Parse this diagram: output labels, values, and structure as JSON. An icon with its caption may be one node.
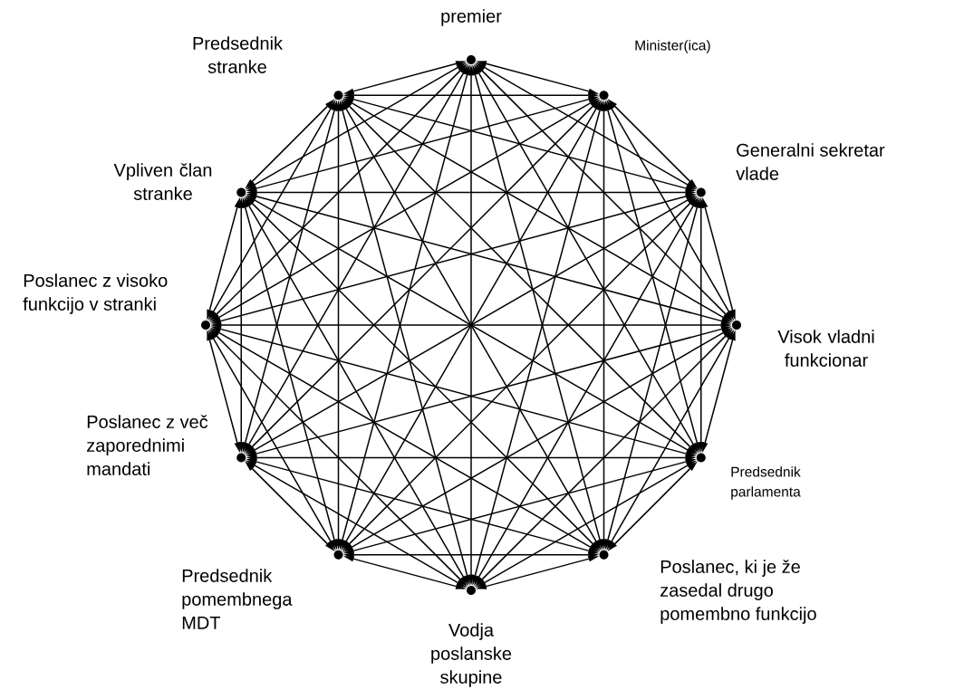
{
  "diagram": {
    "nodes": [
      {
        "text": [],
        "shape": "point",
        "beside": [
          "premier"
        ]
      },
      {
        "text": [],
        "shape": "point",
        "beside": [
          "Minister(ica)"
        ]
      },
      {
        "text": [],
        "shape": "point",
        "beside": [
          "Generalni sekretar vlade"
        ]
      },
      {
        "text": [],
        "shape": "point",
        "beside": [
          "Visok vladni funkcionar"
        ]
      },
      {
        "text": [],
        "shape": "point",
        "beside": [
          "Predsednik parlamenta"
        ]
      },
      {
        "text": [],
        "shape": "point",
        "beside": [
          "Poslanec, ki je že zasedal drugo pomembno funkcijo"
        ]
      },
      {
        "text": [],
        "shape": "point",
        "beside": [
          "Vodja poslanske skupine"
        ]
      },
      {
        "text": [],
        "shape": "point",
        "beside": [
          "Predsednik pomembnega MDT"
        ]
      },
      {
        "text": [],
        "shape": "point",
        "beside": [
          "Poslanec z več zaporednimi mandati"
        ]
      },
      {
        "text": [],
        "shape": "point",
        "beside": [
          "Poslanec z visoko funkcijo v stranki"
        ]
      },
      {
        "text": [],
        "shape": "point",
        "beside": [
          "Vpliven član stranke"
        ]
      },
      {
        "text": [],
        "shape": "point",
        "beside": [
          "Predsednik stranke"
        ]
      }
    ],
    "edges": [
      {
        "from": 0,
        "to": 1,
        "arrow": "both"
      },
      {
        "from": 0,
        "to": 2,
        "arrow": "both"
      },
      {
        "from": 0,
        "to": 3,
        "arrow": "both"
      },
      {
        "from": 0,
        "to": 4,
        "arrow": "both"
      },
      {
        "from": 0,
        "to": 5,
        "arrow": "both"
      },
      {
        "from": 0,
        "to": 6,
        "arrow": "both"
      },
      {
        "from": 0,
        "to": 7,
        "arrow": "both"
      },
      {
        "from": 0,
        "to": 8,
        "arrow": "both"
      },
      {
        "from": 0,
        "to": 9,
        "arrow": "both"
      },
      {
        "from": 0,
        "to": 10,
        "arrow": "both"
      },
      {
        "from": 0,
        "to": 11,
        "arrow": "both"
      },
      {
        "from": 1,
        "to": 2,
        "arrow": "both"
      },
      {
        "from": 1,
        "to": 3,
        "arrow": "both"
      },
      {
        "from": 1,
        "to": 4,
        "arrow": "both"
      },
      {
        "from": 1,
        "to": 5,
        "arrow": "both"
      },
      {
        "from": 1,
        "to": 6,
        "arrow": "both"
      },
      {
        "from": 1,
        "to": 7,
        "arrow": "both"
      },
      {
        "from": 1,
        "to": 8,
        "arrow": "both"
      },
      {
        "from": 1,
        "to": 9,
        "arrow": "both"
      },
      {
        "from": 1,
        "to": 10,
        "arrow": "both"
      },
      {
        "from": 1,
        "to": 11,
        "arrow": "both"
      },
      {
        "from": 2,
        "to": 3,
        "arrow": "both"
      },
      {
        "from": 2,
        "to": 4,
        "arrow": "both"
      },
      {
        "from": 2,
        "to": 5,
        "arrow": "both"
      },
      {
        "from": 2,
        "to": 6,
        "arrow": "both"
      },
      {
        "from": 2,
        "to": 7,
        "arrow": "both"
      },
      {
        "from": 2,
        "to": 8,
        "arrow": "both"
      },
      {
        "from": 2,
        "to": 9,
        "arrow": "both"
      },
      {
        "from": 2,
        "to": 10,
        "arrow": "both"
      },
      {
        "from": 2,
        "to": 11,
        "arrow": "both"
      },
      {
        "from": 3,
        "to": 4,
        "arrow": "both"
      },
      {
        "from": 3,
        "to": 5,
        "arrow": "both"
      },
      {
        "from": 3,
        "to": 6,
        "arrow": "both"
      },
      {
        "from": 3,
        "to": 7,
        "arrow": "both"
      },
      {
        "from": 3,
        "to": 8,
        "arrow": "both"
      },
      {
        "from": 3,
        "to": 9,
        "arrow": "both"
      },
      {
        "from": 3,
        "to": 10,
        "arrow": "both"
      },
      {
        "from": 3,
        "to": 11,
        "arrow": "both"
      },
      {
        "from": 4,
        "to": 5,
        "arrow": "both"
      },
      {
        "from": 4,
        "to": 6,
        "arrow": "both"
      },
      {
        "from": 4,
        "to": 7,
        "arrow": "both"
      },
      {
        "from": 4,
        "to": 8,
        "arrow": "both"
      },
      {
        "from": 4,
        "to": 9,
        "arrow": "both"
      },
      {
        "from": 4,
        "to": 10,
        "arrow": "both"
      },
      {
        "from": 4,
        "to": 11,
        "arrow": "both"
      },
      {
        "from": 5,
        "to": 6,
        "arrow": "both"
      },
      {
        "from": 5,
        "to": 7,
        "arrow": "both"
      },
      {
        "from": 5,
        "to": 8,
        "arrow": "both"
      },
      {
        "from": 5,
        "to": 9,
        "arrow": "both"
      },
      {
        "from": 5,
        "to": 10,
        "arrow": "both"
      },
      {
        "from": 5,
        "to": 11,
        "arrow": "both"
      },
      {
        "from": 6,
        "to": 7,
        "arrow": "both"
      },
      {
        "from": 6,
        "to": 8,
        "arrow": "both"
      },
      {
        "from": 6,
        "to": 9,
        "arrow": "both"
      },
      {
        "from": 6,
        "to": 10,
        "arrow": "both"
      },
      {
        "from": 6,
        "to": 11,
        "arrow": "both"
      },
      {
        "from": 7,
        "to": 8,
        "arrow": "both"
      },
      {
        "from": 7,
        "to": 9,
        "arrow": "both"
      },
      {
        "from": 7,
        "to": 10,
        "arrow": "both"
      },
      {
        "from": 7,
        "to": 11,
        "arrow": "both"
      },
      {
        "from": 8,
        "to": 9,
        "arrow": "both"
      },
      {
        "from": 8,
        "to": 10,
        "arrow": "both"
      },
      {
        "from": 8,
        "to": 11,
        "arrow": "both"
      },
      {
        "from": 9,
        "to": 10,
        "arrow": "both"
      },
      {
        "from": 9,
        "to": 11,
        "arrow": "both"
      },
      {
        "from": 10,
        "to": 11,
        "arrow": "both"
      }
    ]
  }
}
